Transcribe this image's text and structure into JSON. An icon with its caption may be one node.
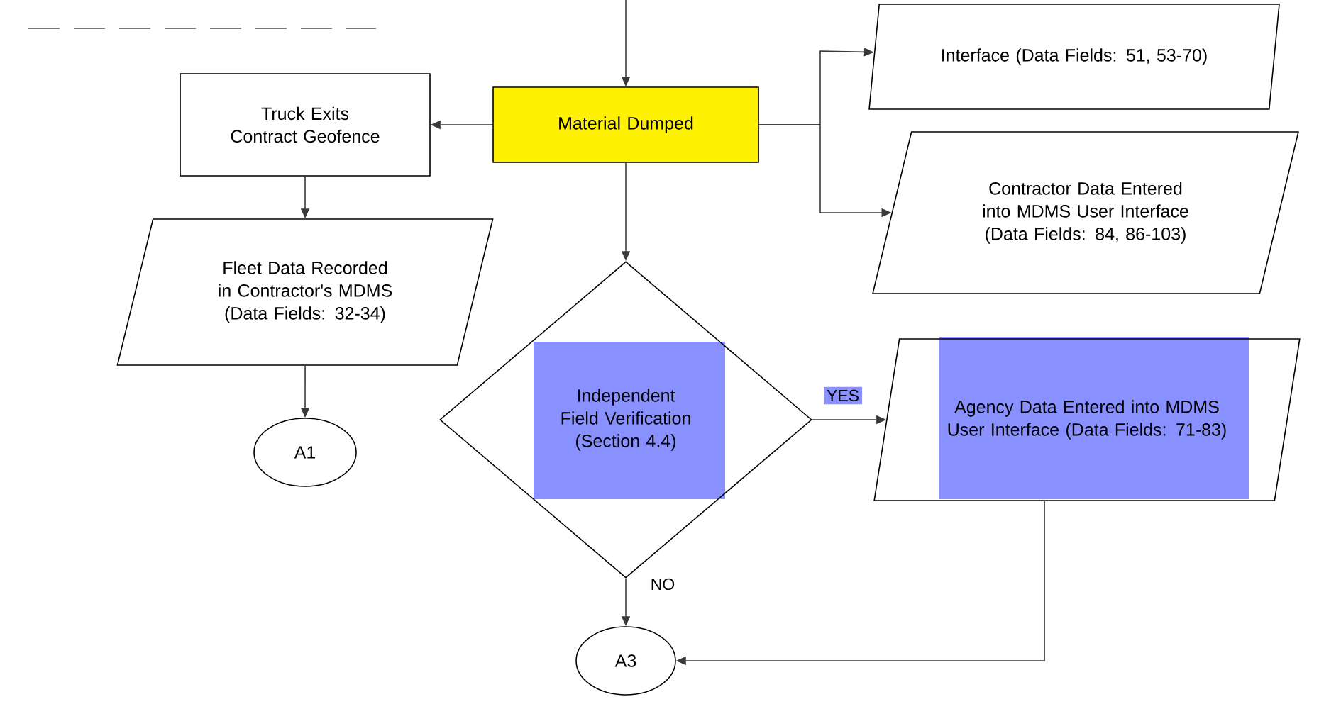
{
  "diagram": {
    "nodes": [
      {
        "text": [
          "Material Dumped"
        ]
      },
      {
        "text": [
          "Truck Exits Contract Geofence"
        ]
      },
      {
        "text": [
          "Fleet Data Recorded in Contractor's MDMS (Data Fields: 32-34)"
        ]
      },
      {
        "text": [
          "A1"
        ]
      },
      {
        "text": [
          "Interface (Data Fields: 51, 53-70)"
        ]
      },
      {
        "text": [
          "Contractor Data Entered into MDMS User Interface (Data Fields: 84, 86-103)"
        ]
      },
      {
        "text": [
          "Independent Field Verification (Section 4.4)"
        ]
      },
      {
        "text": [
          "Agency Data Entered into MDMS User Interface (Data Fields: 71-83)"
        ]
      },
      {
        "text": [
          "A3"
        ]
      }
    ],
    "edges": [
      {
        "from": null,
        "to": 0,
        "arrow": "to"
      },
      {
        "from": 0,
        "to": 1,
        "arrow": "to"
      },
      {
        "from": 1,
        "to": 2,
        "arrow": "to"
      },
      {
        "from": 2,
        "to": 3,
        "arrow": "to"
      },
      {
        "from": 0,
        "to": 4,
        "arrow": "to"
      },
      {
        "from": 0,
        "to": 5,
        "arrow": "to"
      },
      {
        "from": 0,
        "to": 6,
        "arrow": "to"
      },
      {
        "from": 6,
        "to": 7,
        "label": "YES",
        "arrow": "to"
      },
      {
        "from": 6,
        "to": 8,
        "label": "NO",
        "arrow": "to"
      },
      {
        "from": 7,
        "to": 8,
        "arrow": "to"
      }
    ]
  }
}
